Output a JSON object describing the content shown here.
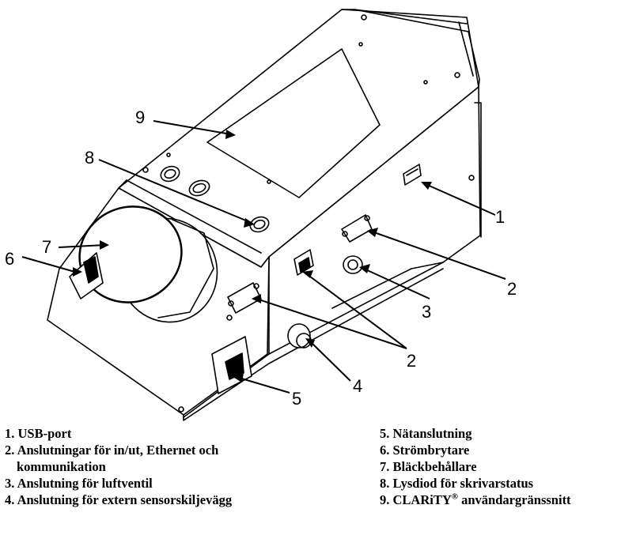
{
  "diagram": {
    "callouts": [
      "1",
      "2",
      "3",
      "2",
      "4",
      "5",
      "6",
      "7",
      "8",
      "9"
    ]
  },
  "legend": {
    "left": [
      {
        "number": "1.",
        "text": "USB-port",
        "cont": ""
      },
      {
        "number": "2.",
        "text": "Anslutningar för in/ut, Ethernet och",
        "cont": "kommunikation"
      },
      {
        "number": "3.",
        "text": "Anslutning för luftventil",
        "cont": ""
      },
      {
        "number": "4.",
        "text": "Anslutning för extern sensorskiljevägg",
        "cont": ""
      }
    ],
    "right": [
      {
        "number": "5.",
        "text": "Nätanslutning"
      },
      {
        "number": "6.",
        "text": "Strömbrytare"
      },
      {
        "number": "7.",
        "text": "Bläckbehållare"
      },
      {
        "number": "8.",
        "text": "Lysdiod för skrivarstatus"
      },
      {
        "number": "9.",
        "brand": "CLARiTY",
        "reg": "®",
        "text": "användargränssnitt"
      }
    ]
  }
}
